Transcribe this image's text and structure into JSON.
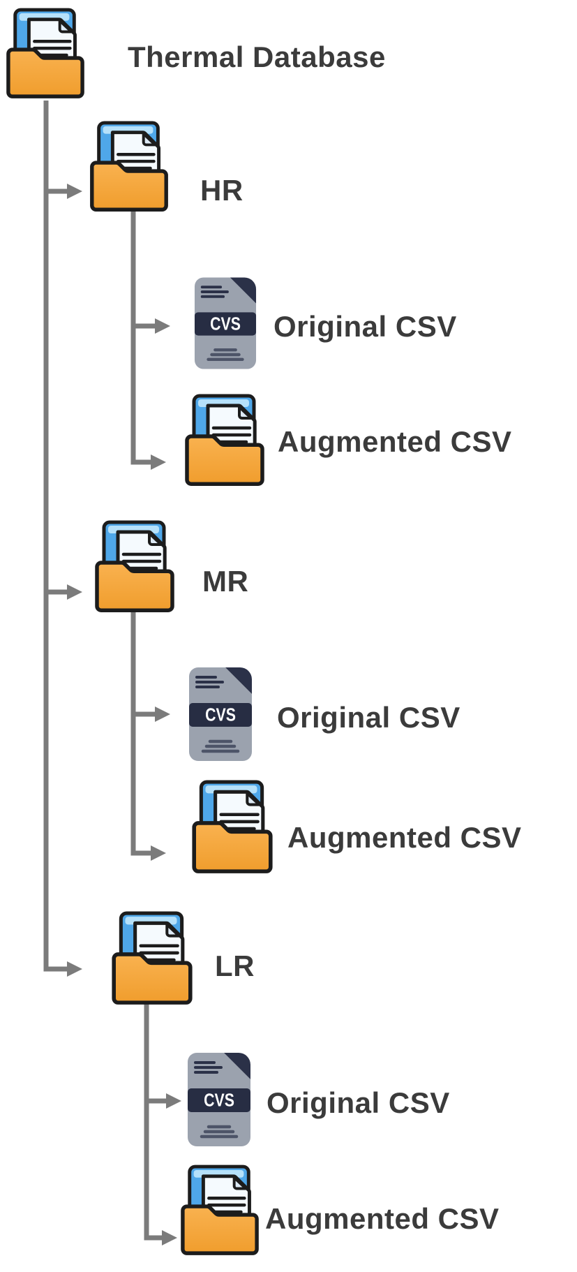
{
  "diagram": {
    "title": "Thermal Database",
    "root": {
      "label": "Thermal Database",
      "icon": "folder-documents-icon"
    },
    "groups": [
      {
        "label": "HR",
        "children": [
          {
            "label": "Original CSV",
            "icon": "csv-file-icon"
          },
          {
            "label": "Augmented CSV",
            "icon": "folder-documents-icon"
          }
        ]
      },
      {
        "label": "MR",
        "children": [
          {
            "label": "Original CSV",
            "icon": "csv-file-icon"
          },
          {
            "label": "Augmented CSV",
            "icon": "folder-documents-icon"
          }
        ]
      },
      {
        "label": "LR",
        "children": [
          {
            "label": "Original CSV",
            "icon": "csv-file-icon"
          },
          {
            "label": "Augmented CSV",
            "icon": "folder-documents-icon"
          }
        ]
      }
    ],
    "icons": {
      "csv_badge": "CVS"
    },
    "colors": {
      "folder_orange": "#F5A73D",
      "folder_outline": "#1c1c1c",
      "paper_blue": "#4FA7E9",
      "paper_blue_light": "#B6E1FA",
      "document_white": "#F5FAFE",
      "csv_gray": "#9BA2AE",
      "csv_navy": "#2B3148",
      "connector_gray": "#7b7b7b",
      "label_text": "#3b3b3b",
      "background": "#ffffff"
    }
  }
}
